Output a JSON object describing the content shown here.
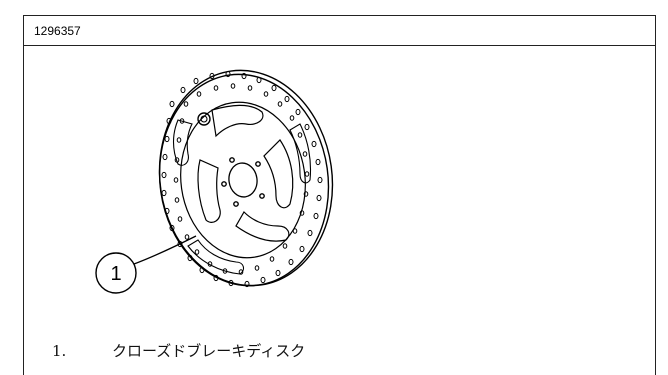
{
  "figure": {
    "id": "1296357",
    "callout_number": "1"
  },
  "legend": {
    "items": [
      {
        "number": "1.",
        "label": "クローズドブレーキディスク"
      }
    ]
  }
}
